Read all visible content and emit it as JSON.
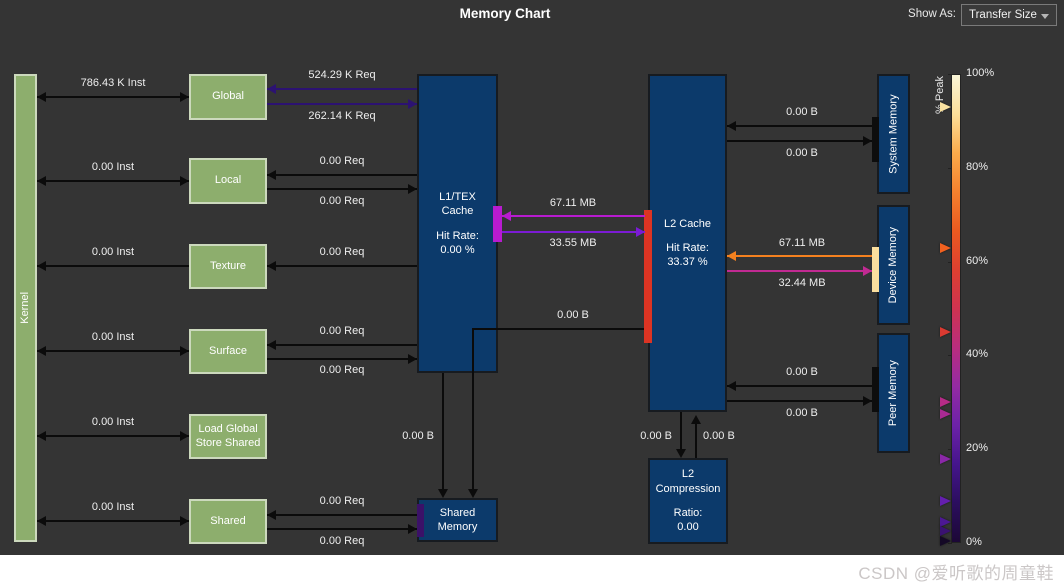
{
  "header": {
    "title": "Memory Chart",
    "show_as_label": "Show As:",
    "show_as_value": "Transfer Size"
  },
  "watermark": "CSDN @爱听歌的周童鞋",
  "nodes": {
    "kernel": "Kernel",
    "global": "Global",
    "local": "Local",
    "texture": "Texture",
    "surface": "Surface",
    "lgss": "Load Global Store Shared",
    "shared": "Shared",
    "l1": {
      "name": "L1/TEX Cache",
      "stat_label": "Hit Rate:",
      "stat_value": "0.00 %"
    },
    "shared_memory": "Shared Memory",
    "l2": {
      "name": "L2 Cache",
      "stat_label": "Hit Rate:",
      "stat_value": "33.37 %"
    },
    "l2_compression": {
      "name": "L2 Compression",
      "stat_label": "Ratio:",
      "stat_value": "0.00"
    },
    "system_memory": "System Memory",
    "device_memory": "Device Memory",
    "peer_memory": "Peer Memory"
  },
  "edges": {
    "kernel_global": "786.43 K Inst",
    "kernel_local": "0.00 Inst",
    "kernel_texture": "0.00 Inst",
    "kernel_surface": "0.00 Inst",
    "kernel_lgss": "0.00 Inst",
    "kernel_shared": "0.00 Inst",
    "l1_global": "524.29 K Req",
    "global_l1": "262.14 K Req",
    "l1_local": "0.00 Req",
    "local_l1": "0.00 Req",
    "l1_texture": "0.00 Req",
    "l1_surface": "0.00 Req",
    "surface_l1": "0.00 Req",
    "smem_shared": "0.00 Req",
    "shared_smem": "0.00 Req",
    "l2_l1": "67.11 MB",
    "l1_l2": "33.55 MB",
    "l1_l2_bytes": "0.00 B",
    "l1_smem": "0.00 B",
    "sys_l2": "0.00 B",
    "l2_sys": "0.00 B",
    "dev_l2": "67.11 MB",
    "l2_dev": "32.44 MB",
    "peer_l2": "0.00 B",
    "l2_peer": "0.00 B",
    "l2_comp_down": "0.00 B",
    "l2_comp_up": "0.00 B"
  },
  "legend": {
    "label": "% Peak",
    "ticks": [
      {
        "label": "100%",
        "pct": 100
      },
      {
        "label": "80%",
        "pct": 80
      },
      {
        "label": "60%",
        "pct": 60
      },
      {
        "label": "40%",
        "pct": 40
      },
      {
        "label": "20%",
        "pct": 20
      },
      {
        "label": "0%",
        "pct": 0
      }
    ],
    "gradient": [
      "#f9f5d7",
      "#fcdf9a",
      "#fbab4b",
      "#f5812e",
      "#ea5a20",
      "#dd4030",
      "#cf3350",
      "#b92d7e",
      "#942ba4",
      "#6c22a8",
      "#45158c",
      "#2b0e5e",
      "#1c0836"
    ],
    "markers": [
      {
        "pct": 93,
        "color": "#fae2a0"
      },
      {
        "pct": 63,
        "color": "#f2611f"
      },
      {
        "pct": 45,
        "color": "#da3a31"
      },
      {
        "pct": 30,
        "color": "#b52b87"
      },
      {
        "pct": 27.5,
        "color": "#aa2a93"
      },
      {
        "pct": 18,
        "color": "#8b28a8"
      },
      {
        "pct": 9,
        "color": "#641fae"
      },
      {
        "pct": 4.5,
        "color": "#4c1894"
      },
      {
        "pct": 2.5,
        "color": "#3a1272"
      },
      {
        "pct": 0.5,
        "color": "#140826"
      }
    ]
  },
  "colors": {
    "bg": "#343434",
    "green-fill": "#8dae6d",
    "green-border": "#ccd9bd",
    "blue-fill": "#0c3a6b",
    "line": "#0b0b0b",
    "indigo": "#2c1272",
    "magenta": "#b81bd0",
    "violet": "#7b1bd4",
    "orange": "#f5811f",
    "pink": "#c12a92",
    "port-red": "#dc3423",
    "port-cream": "#fbdf9e",
    "port-black": "#0d0d0d",
    "port-darkpurple": "#3b1168"
  }
}
